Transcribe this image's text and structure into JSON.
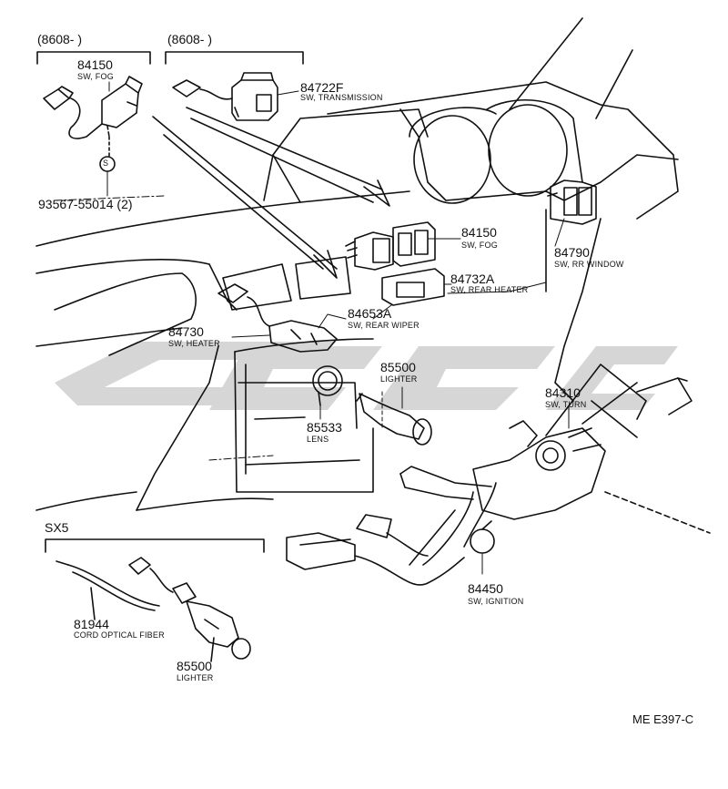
{
  "diagram": {
    "groups": {
      "g1_header": "(8608-         )",
      "g2_header": "(8608-         )",
      "sx5_header": "SX5"
    },
    "parts": [
      {
        "id": "fog_switch_top",
        "number": "84150",
        "name": "SW, FOG"
      },
      {
        "id": "screw",
        "number": "93567-55014 (2)",
        "name": ""
      },
      {
        "id": "transmission_switch",
        "number": "84722F",
        "name": "SW, TRANSMISSION"
      },
      {
        "id": "fog_switch_dash",
        "number": "84150",
        "name": "SW, FOG"
      },
      {
        "id": "rr_window_switch",
        "number": "84790",
        "name": "SW, RR WINDOW"
      },
      {
        "id": "rear_heater_switch",
        "number": "84732A",
        "name": "SW, REAR HEATER"
      },
      {
        "id": "rear_wiper_switch",
        "number": "84653A",
        "name": "SW, REAR WIPER"
      },
      {
        "id": "heater_switch",
        "number": "84730",
        "name": "SW, HEATER"
      },
      {
        "id": "lighter_main",
        "number": "85500",
        "name": "LIGHTER"
      },
      {
        "id": "lens",
        "number": "85533",
        "name": "LENS"
      },
      {
        "id": "turn_switch",
        "number": "84310",
        "name": "SW, TURN"
      },
      {
        "id": "ignition_switch",
        "number": "84450",
        "name": "SW, IGNITION"
      },
      {
        "id": "optical_cord",
        "number": "81944",
        "name": "CORD OPTICAL FIBER"
      },
      {
        "id": "lighter_sx5",
        "number": "85500",
        "name": "LIGHTER"
      }
    ],
    "screw_symbol": "S",
    "drawing_code": "ME E397-C"
  }
}
